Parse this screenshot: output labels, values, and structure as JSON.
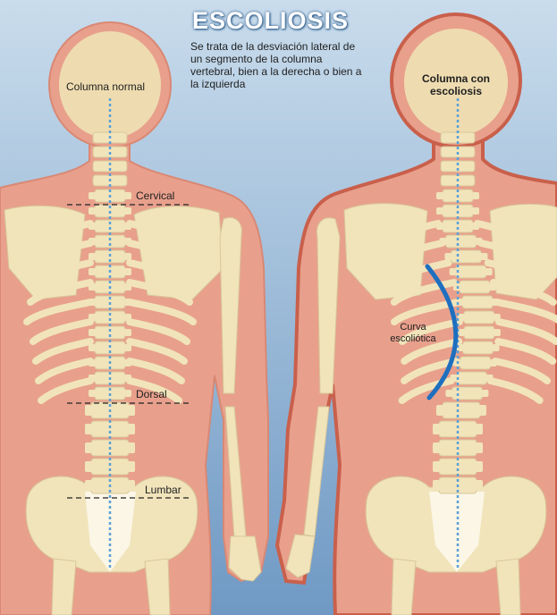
{
  "header": {
    "title": "ESCOLIOSIS",
    "description": "Se trata de la desviación lateral de un segmento de la columna vertebral, bien a la derecha o bien a la izquierda"
  },
  "figures": {
    "normal": {
      "label": "Columna normal"
    },
    "scoliosis": {
      "label": "Columna con escoliosis",
      "curve_label": "Curva escoliótica"
    }
  },
  "regions": {
    "cervical": "Cervical",
    "dorsal": "Dorsal",
    "lumbar": "Lumbar"
  },
  "colors": {
    "background_top": "#c9dcec",
    "background_bottom": "#6f99c4",
    "skin": "#e8a08c",
    "skin_outline": "#c9604c",
    "bone": "#f1e4bb",
    "bone_shade": "#d9c79a",
    "head": "#eedcb0",
    "midline": "#5aa0d6",
    "curve": "#1f6fbf"
  }
}
